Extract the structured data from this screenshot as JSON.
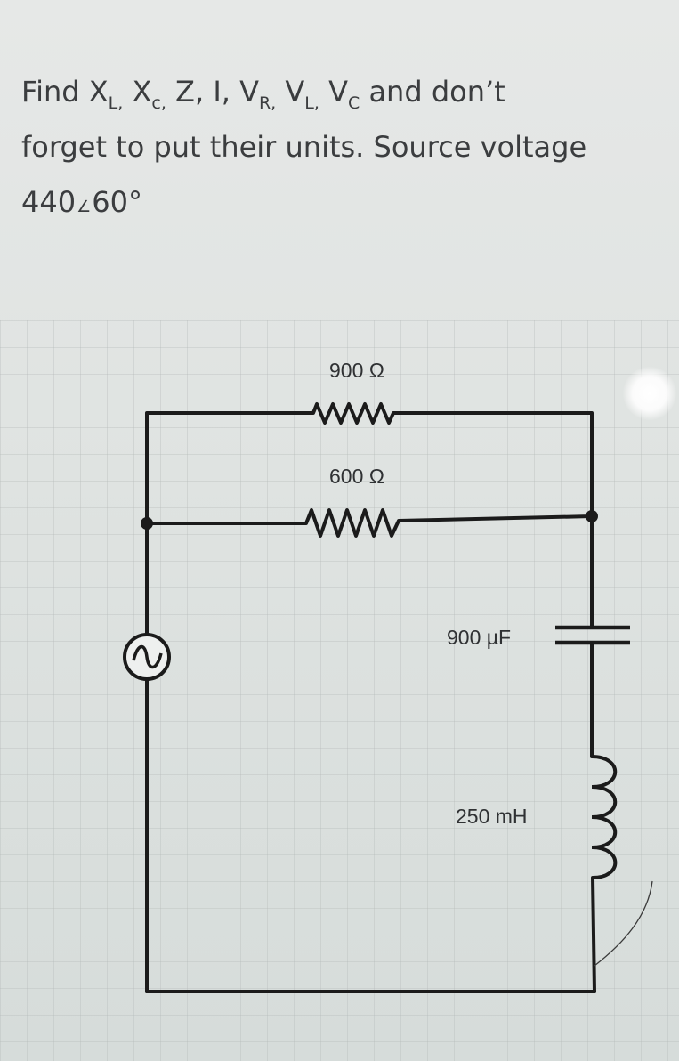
{
  "question": {
    "line1": {
      "find": "Find X",
      "xl_sub": "L,",
      "xc": " X",
      "xc_sub": "c,",
      "rest1": " Z, I, V",
      "vr_sub": "R,",
      "vl": " V",
      "vl_sub": "L,",
      "vc": " V",
      "vc_sub": "C",
      "tail": " and don’t"
    },
    "line2": "forget to put their units. Source voltage",
    "line3": {
      "magnitude": "440",
      "angle_symbol": "∠",
      "phase": "60°"
    }
  },
  "circuit": {
    "components": [
      {
        "id": "r1",
        "type": "resistor",
        "label": "900 Ω"
      },
      {
        "id": "r2",
        "type": "resistor",
        "label": "600 Ω"
      },
      {
        "id": "c1",
        "type": "capacitor",
        "label": "900 µF"
      },
      {
        "id": "l1",
        "type": "inductor",
        "label": "250 mH"
      },
      {
        "id": "src",
        "type": "ac-source",
        "label": ""
      }
    ],
    "connections": "source in series with (900 Ω ∥ 600 Ω), 900 µF capacitor and 250 mH inductor"
  }
}
